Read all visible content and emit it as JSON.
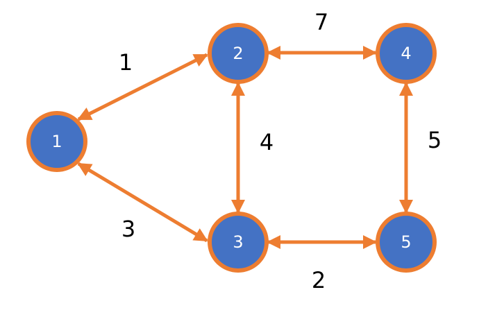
{
  "colors": {
    "node_fill": "#4472C4",
    "node_stroke": "#ED7D31",
    "edge": "#ED7D31",
    "node_text": "#FFFFFF",
    "weight_text": "#000000"
  },
  "nodes": [
    {
      "id": "1",
      "label": "1"
    },
    {
      "id": "2",
      "label": "2"
    },
    {
      "id": "3",
      "label": "3"
    },
    {
      "id": "4",
      "label": "4"
    },
    {
      "id": "5",
      "label": "5"
    }
  ],
  "edges": [
    {
      "from": "1",
      "to": "2",
      "weight": "1",
      "direction": "bidirectional"
    },
    {
      "from": "1",
      "to": "3",
      "weight": "3",
      "direction": "bidirectional"
    },
    {
      "from": "2",
      "to": "4",
      "weight": "7",
      "direction": "bidirectional"
    },
    {
      "from": "2",
      "to": "3",
      "weight": "4",
      "direction": "bidirectional"
    },
    {
      "from": "4",
      "to": "5",
      "weight": "5",
      "direction": "bidirectional"
    },
    {
      "from": "3",
      "to": "5",
      "weight": "2",
      "direction": "bidirectional"
    }
  ]
}
